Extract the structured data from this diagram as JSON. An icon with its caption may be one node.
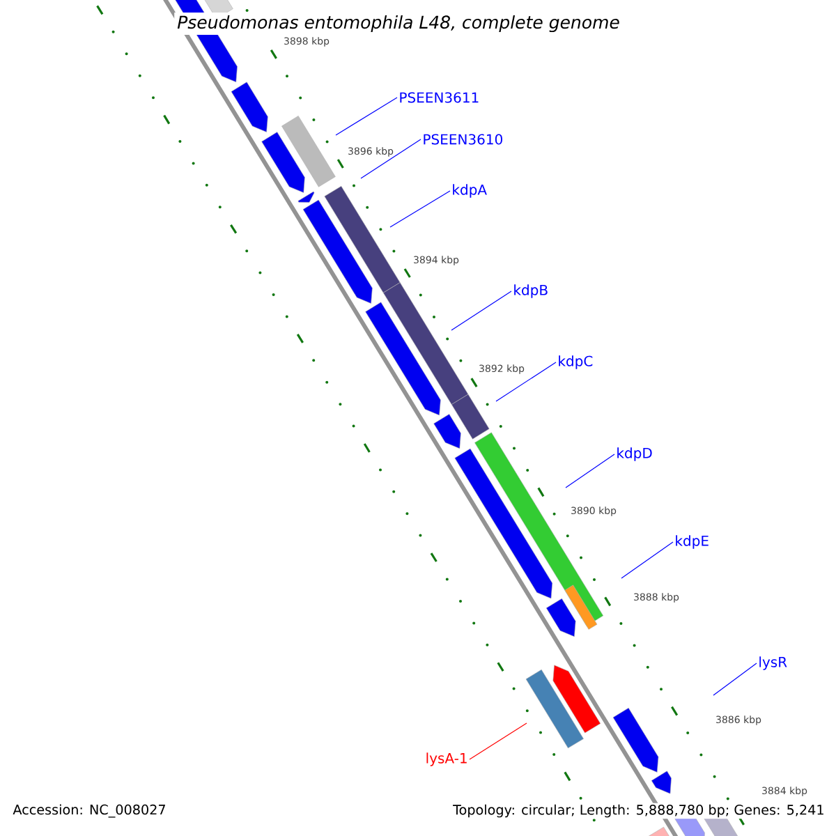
{
  "diagram": {
    "title": "Pseudomonas entomophila L48, complete genome",
    "nodes": [
      {
        "text": [
          "PSEEN3611"
        ]
      },
      {
        "text": [
          "PSEEN3610"
        ]
      },
      {
        "text": [
          "kdpA"
        ]
      },
      {
        "text": [
          "kdpB"
        ]
      },
      {
        "text": [
          "kdpC"
        ]
      },
      {
        "text": [
          "kdpD"
        ]
      },
      {
        "text": [
          "kdpE"
        ]
      },
      {
        "text": [
          "lysR"
        ]
      },
      {
        "text": [
          "lysA-1"
        ]
      }
    ],
    "edges": [
      {
        "from": 0,
        "to": null,
        "arrow": "none"
      },
      {
        "from": 1,
        "to": null,
        "arrow": "none"
      },
      {
        "from": 2,
        "to": null,
        "arrow": "none"
      },
      {
        "from": 3,
        "to": null,
        "arrow": "none"
      },
      {
        "from": 4,
        "to": null,
        "arrow": "none"
      },
      {
        "from": 5,
        "to": null,
        "arrow": "none"
      },
      {
        "from": 6,
        "to": null,
        "arrow": "none"
      },
      {
        "from": 7,
        "to": null,
        "arrow": "none"
      },
      {
        "from": 8,
        "to": null,
        "arrow": "none",
        "color": "#ff0000"
      }
    ],
    "labels": [
      "3898 kbp",
      "3896 kbp",
      "3894 kbp",
      "3892 kbp",
      "3890 kbp",
      "3888 kbp",
      "3886 kbp",
      "3884 kbp",
      "Accession: NC_008027",
      "Topology: circular; Length: 5,888,780 bp; Genes: 5,241"
    ]
  }
}
